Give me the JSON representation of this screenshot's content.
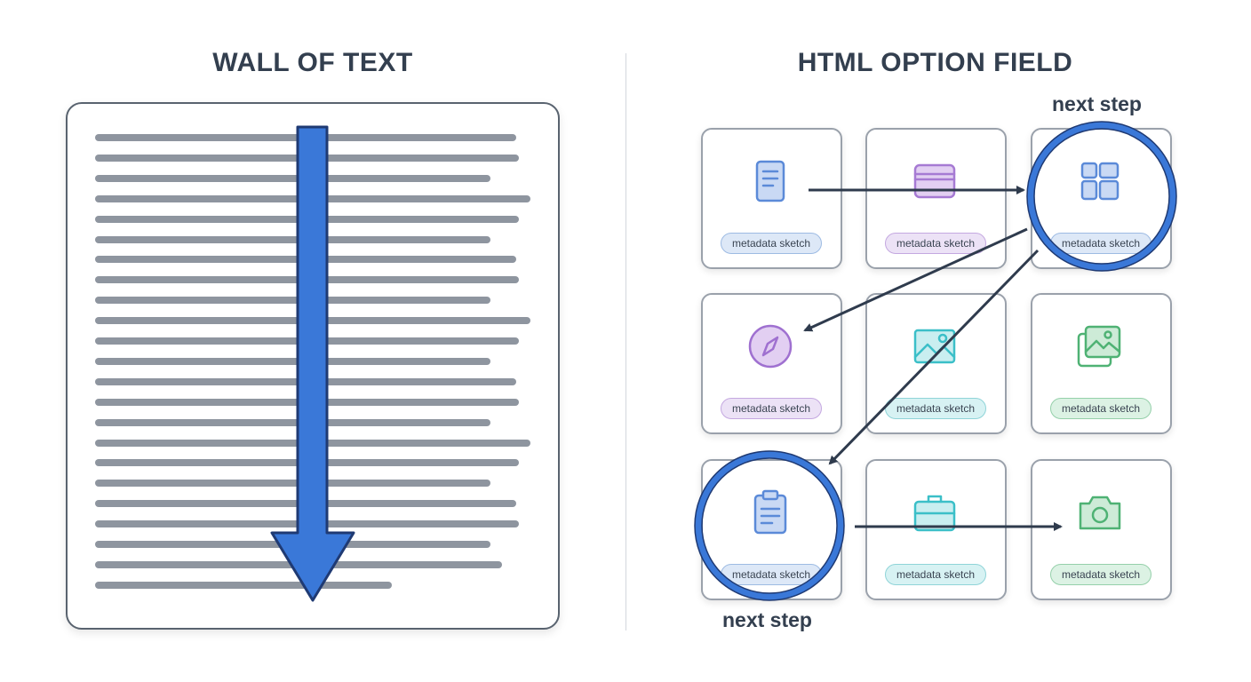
{
  "left": {
    "title": "WALL OF TEXT"
  },
  "right": {
    "title": "HTML OPTION FIELD",
    "cards": [
      {
        "icon": "document-icon",
        "chip": "metadata sketch",
        "color": "#5b8ad8",
        "fill": "#c9d9f4",
        "chip_style": "blue"
      },
      {
        "icon": "browser-window-icon",
        "chip": "metadata sketch",
        "color": "#a67ad3",
        "fill": "#e2cff2",
        "chip_style": "purple"
      },
      {
        "icon": "dashboard-icon",
        "chip": "metadata sketch",
        "color": "#5b8ad8",
        "fill": "#c9d9f4",
        "chip_style": "blue"
      },
      {
        "icon": "compass-icon",
        "chip": "metadata sketch",
        "color": "#9f70d0",
        "fill": "#e2cff2",
        "chip_style": "purple"
      },
      {
        "icon": "image-icon",
        "chip": "metadata sketch",
        "color": "#3bbfc8",
        "fill": "#c9eef0",
        "chip_style": "teal"
      },
      {
        "icon": "gallery-icon",
        "chip": "metadata sketch",
        "color": "#4fb274",
        "fill": "#cdebd7",
        "chip_style": "green"
      },
      {
        "icon": "clipboard-icon",
        "chip": "metadata sketch",
        "color": "#5b8ad8",
        "fill": "#c9d9f4",
        "chip_style": "blue"
      },
      {
        "icon": "briefcase-icon",
        "chip": "metadata sketch",
        "color": "#3bbfc8",
        "fill": "#c9eef0",
        "chip_style": "teal"
      },
      {
        "icon": "camera-icon",
        "chip": "metadata sketch",
        "color": "#4fb274",
        "fill": "#cdebd7",
        "chip_style": "green"
      }
    ],
    "next_step_top": "next step",
    "next_step_bottom": "next step"
  },
  "colors": {
    "accent": "#3a78d8",
    "accent_dark": "#1f3a73",
    "arrow": "#2f3b4d",
    "text_line": "#8e959f"
  }
}
